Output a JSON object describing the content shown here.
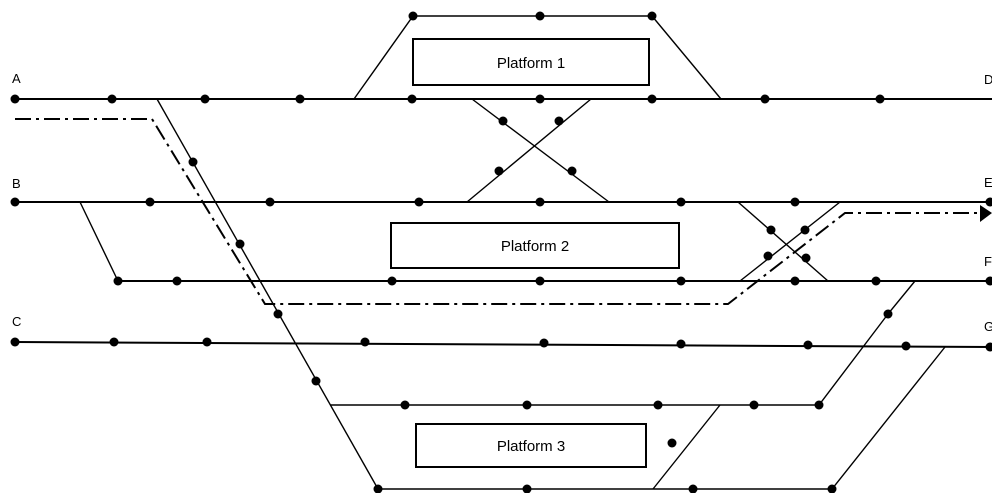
{
  "lines": {
    "a": "A",
    "b": "B",
    "c": "C",
    "d": "D",
    "e": "E",
    "f": "F",
    "g": "G"
  },
  "platforms": {
    "p1": "Platform 1",
    "p2": "Platform 2",
    "p3": "Platform 3"
  }
}
